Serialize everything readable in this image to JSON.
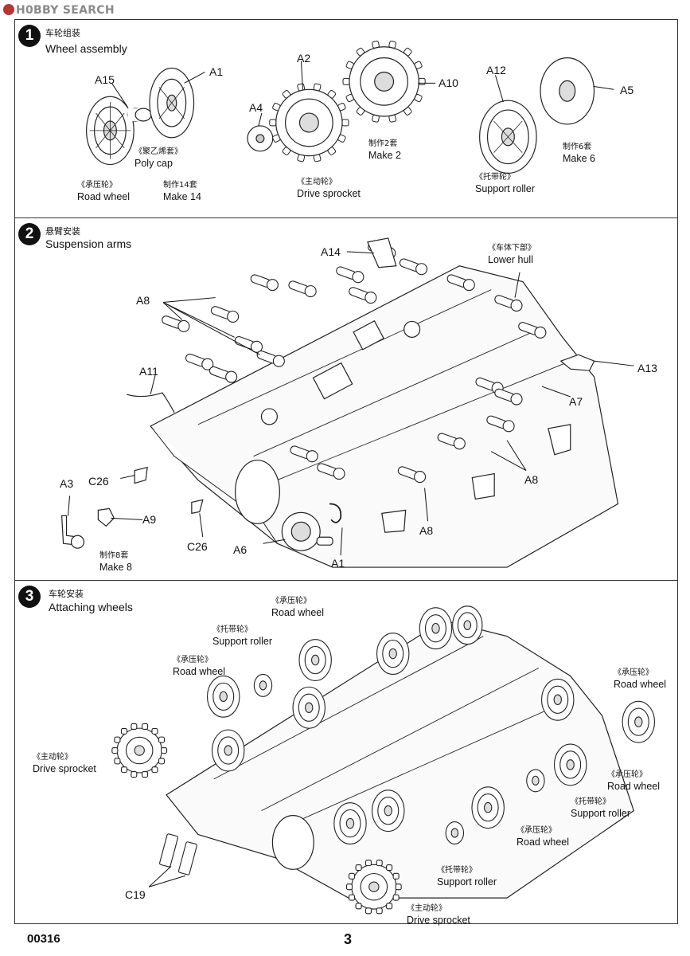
{
  "watermark": "H0BBY SEARCH",
  "footer": {
    "code": "00316",
    "page": "3"
  },
  "step1": {
    "number": "1",
    "title_cn": "车轮组装",
    "title_en": "Wheel assembly",
    "labels": {
      "A15": "A15",
      "A1": "A1",
      "A2": "A2",
      "A4": "A4",
      "A10": "A10",
      "A12": "A12",
      "A5": "A5"
    },
    "poly_cap": {
      "cn": "《聚乙烯套》",
      "en": "Poly cap"
    },
    "road_wheel": {
      "cn": "《承压轮》",
      "en": "Road wheel",
      "make_cn": "制作14套",
      "make_en": "Make 14"
    },
    "drive_sprocket": {
      "cn": "《主动轮》",
      "en": "Drive sprocket",
      "make_cn": "制作2套",
      "make_en": "Make 2"
    },
    "support_roller": {
      "cn": "《托带轮》",
      "en": "Support roller",
      "make_cn": "制作6套",
      "make_en": "Make 6"
    }
  },
  "step2": {
    "number": "2",
    "title_cn": "悬臂安装",
    "title_en": "Suspension arms",
    "labels": {
      "A14": "A14",
      "A8a": "A8",
      "A11": "A11",
      "A13": "A13",
      "A7": "A7",
      "A8b": "A8",
      "A8c": "A8",
      "C26a": "C26",
      "C26b": "C26",
      "A3": "A3",
      "A9": "A9",
      "A6": "A6",
      "A1": "A1"
    },
    "lower_hull": {
      "cn": "《车体下部》",
      "en": "Lower hull"
    },
    "make": {
      "cn": "制作8套",
      "en": "Make 8"
    }
  },
  "step3": {
    "number": "3",
    "title_cn": "车轮安装",
    "title_en": "Attaching wheels",
    "callouts": [
      {
        "cn": "《承压轮》",
        "en": "Road wheel"
      },
      {
        "cn": "《托带轮》",
        "en": "Support roller"
      },
      {
        "cn": "《承压轮》",
        "en": "Road wheel"
      },
      {
        "cn": "《承压轮》",
        "en": "Road wheel"
      },
      {
        "cn": "《主动轮》",
        "en": "Drive sprocket"
      },
      {
        "cn": "《承压轮》",
        "en": "Road wheel"
      },
      {
        "cn": "《托带轮》",
        "en": "Support roller"
      },
      {
        "cn": "《承压轮》",
        "en": "Road wheel"
      },
      {
        "cn": "《托带轮》",
        "en": "Support roller"
      },
      {
        "cn": "《主动轮》",
        "en": "Drive sprocket"
      }
    ],
    "c19": "C19"
  }
}
